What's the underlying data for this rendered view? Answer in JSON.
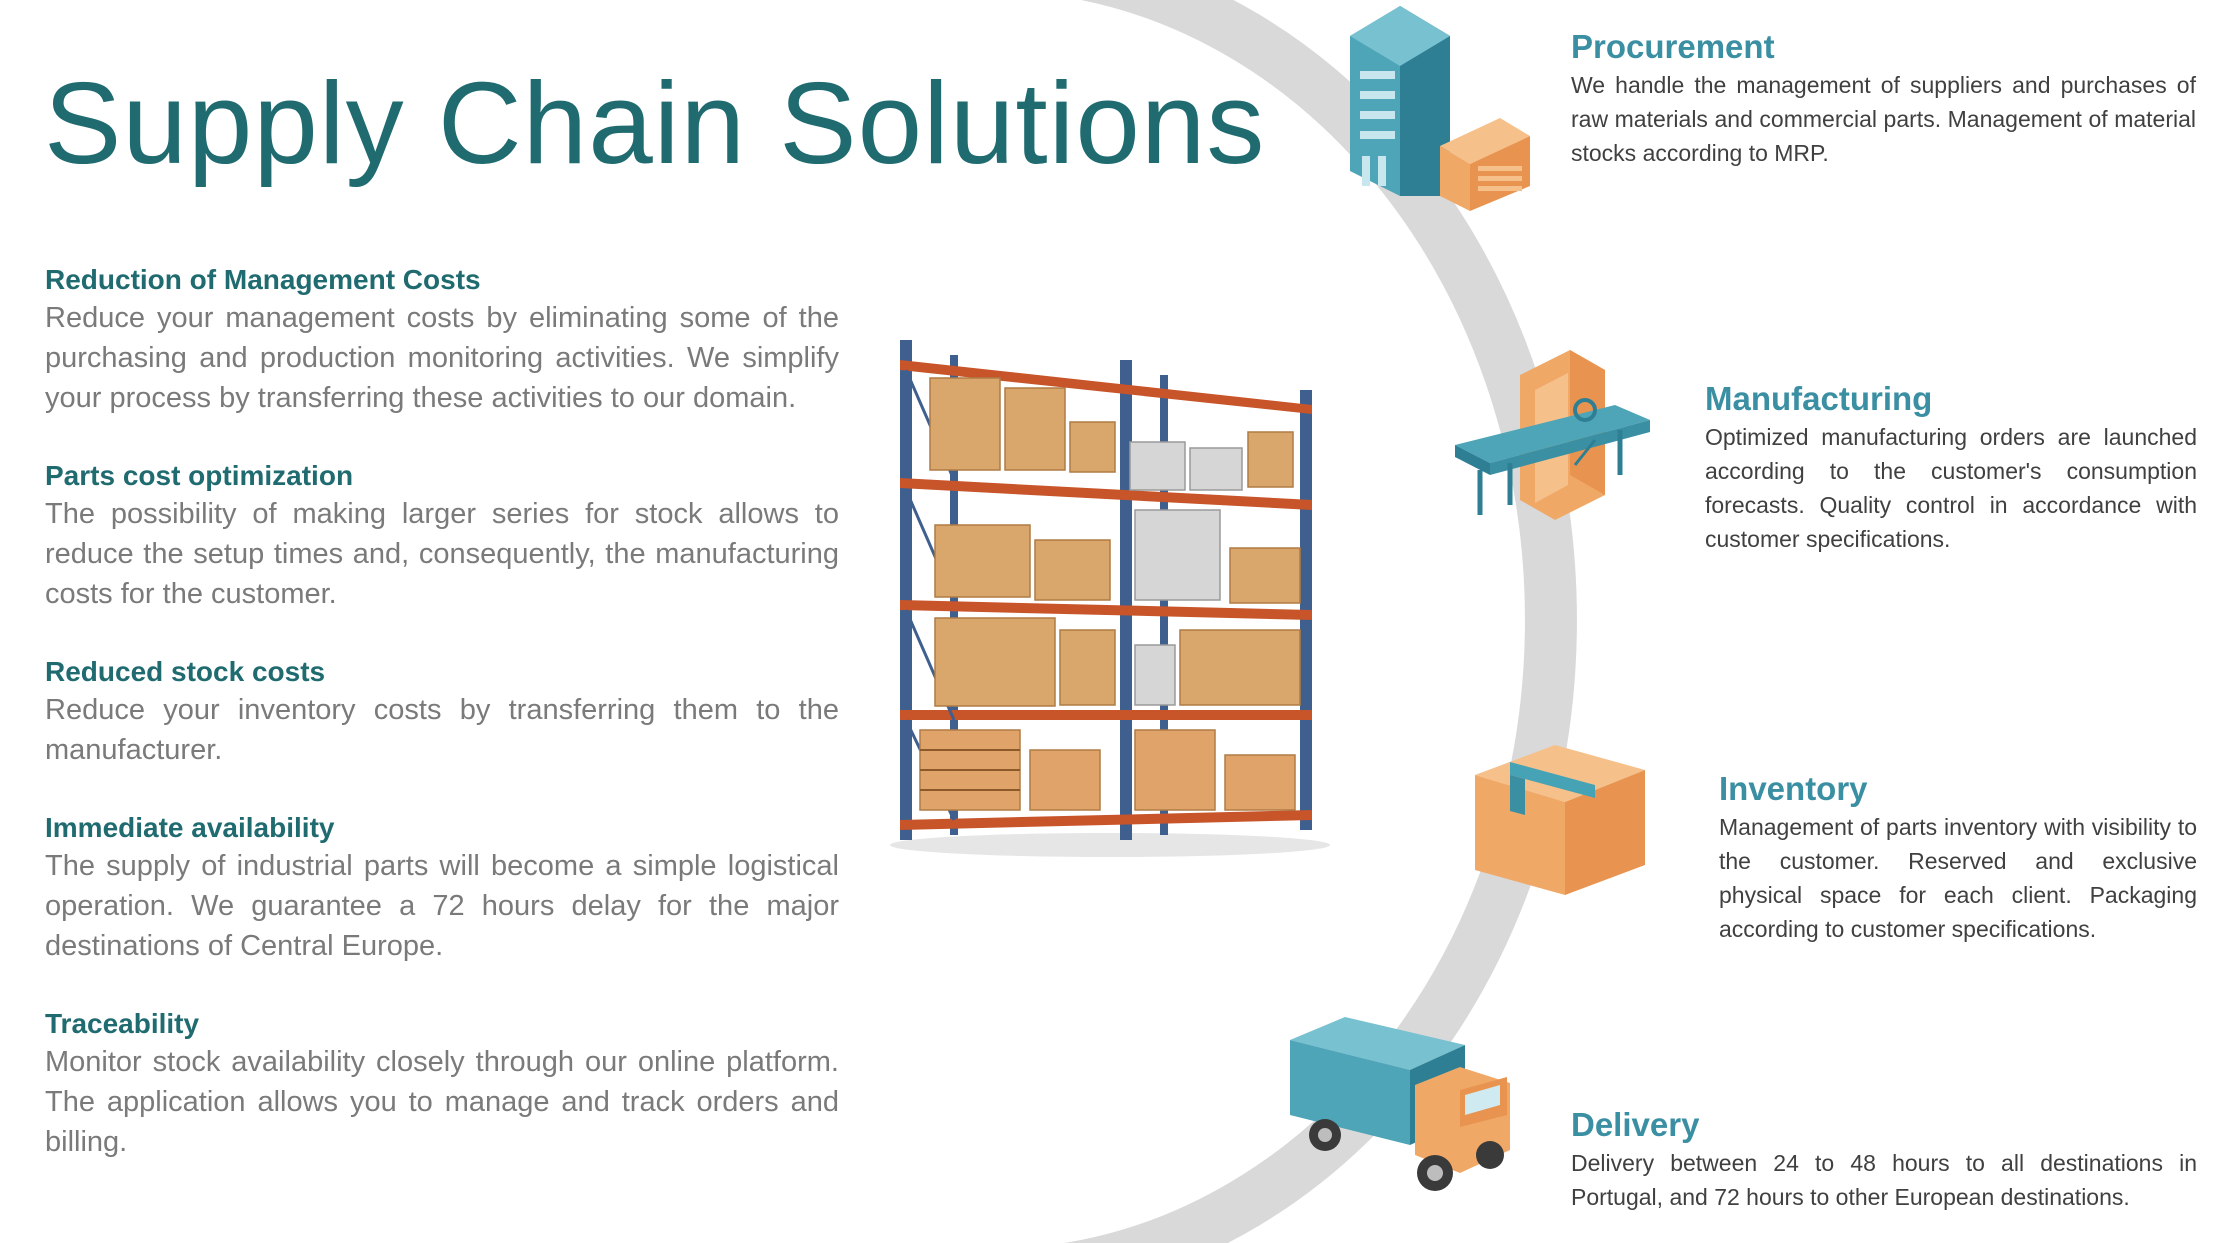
{
  "page": {
    "title": "Supply Chain Solutions"
  },
  "benefits": [
    {
      "heading": "Reduction of Management Costs",
      "text": "Reduce your management costs by eliminating some of the purchasing and production monitoring activities. We simplify your process by transferring these activities to our domain."
    },
    {
      "heading": "Parts cost optimization",
      "text": "The possibility of making larger series for stock allows to reduce the setup times and, consequently, the manufacturing costs for the customer."
    },
    {
      "heading": "Reduced stock costs",
      "text": "Reduce your inventory costs by transferring them to the manufacturer."
    },
    {
      "heading": "Immediate availability",
      "text": "The supply of industrial parts will become a simple logistical operation. We guarantee a 72 hours delay for the major destinations of Central Europe."
    },
    {
      "heading": "Traceability",
      "text": "Monitor stock availability closely through our online platform. The application allows you to manage and track orders and billing."
    }
  ],
  "services": {
    "procurement": {
      "heading": "Procurement",
      "text": "We handle the management of suppliers and purchases of raw materials and commercial parts. Management of material stocks according to MRP.",
      "icon": "building-warehouse-icon"
    },
    "manufacturing": {
      "heading": "Manufacturing",
      "text": "Optimized manufacturing orders are launched according to the customer's consumption forecasts. Quality control in accordance with customer specifications.",
      "icon": "conveyor-machine-icon"
    },
    "inventory": {
      "heading": "Inventory",
      "text": "Management of parts inventory with visibility to the customer. Reserved and exclusive physical space for each client. Packaging according to customer specifications.",
      "icon": "box-icon"
    },
    "delivery": {
      "heading": "Delivery",
      "text": "Delivery between 24 to 48 hours to all destinations in Portugal, and 72 hours to other European destinations.",
      "icon": "truck-icon"
    }
  },
  "colors": {
    "title": "#1f6b70",
    "benefit_heading": "#1f6b70",
    "service_heading": "#3b8fa3",
    "arc": "#d9d9d9",
    "teal_icon": "#46a3b5",
    "orange_icon": "#f0a867"
  }
}
